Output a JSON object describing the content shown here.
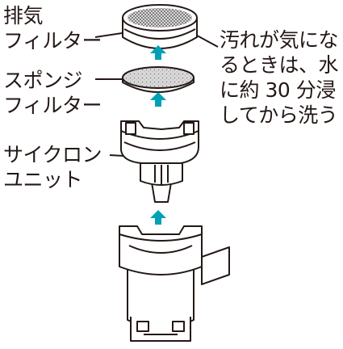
{
  "labels": {
    "exhaust_filter": [
      "排気",
      "フィルター"
    ],
    "sponge_filter": [
      "スポンジ",
      "フィルター"
    ],
    "cyclone_unit": [
      "サイクロン",
      "ユニット"
    ],
    "note": [
      "汚れが気にな",
      "るときは、水",
      "に約 30 分浸",
      "してから洗う"
    ]
  },
  "colors": {
    "line": "#231815",
    "arrow": "#00a1b4",
    "mesh": "#6e6e6e",
    "sponge": "#d9d9d9",
    "fill": "#ffffff"
  }
}
